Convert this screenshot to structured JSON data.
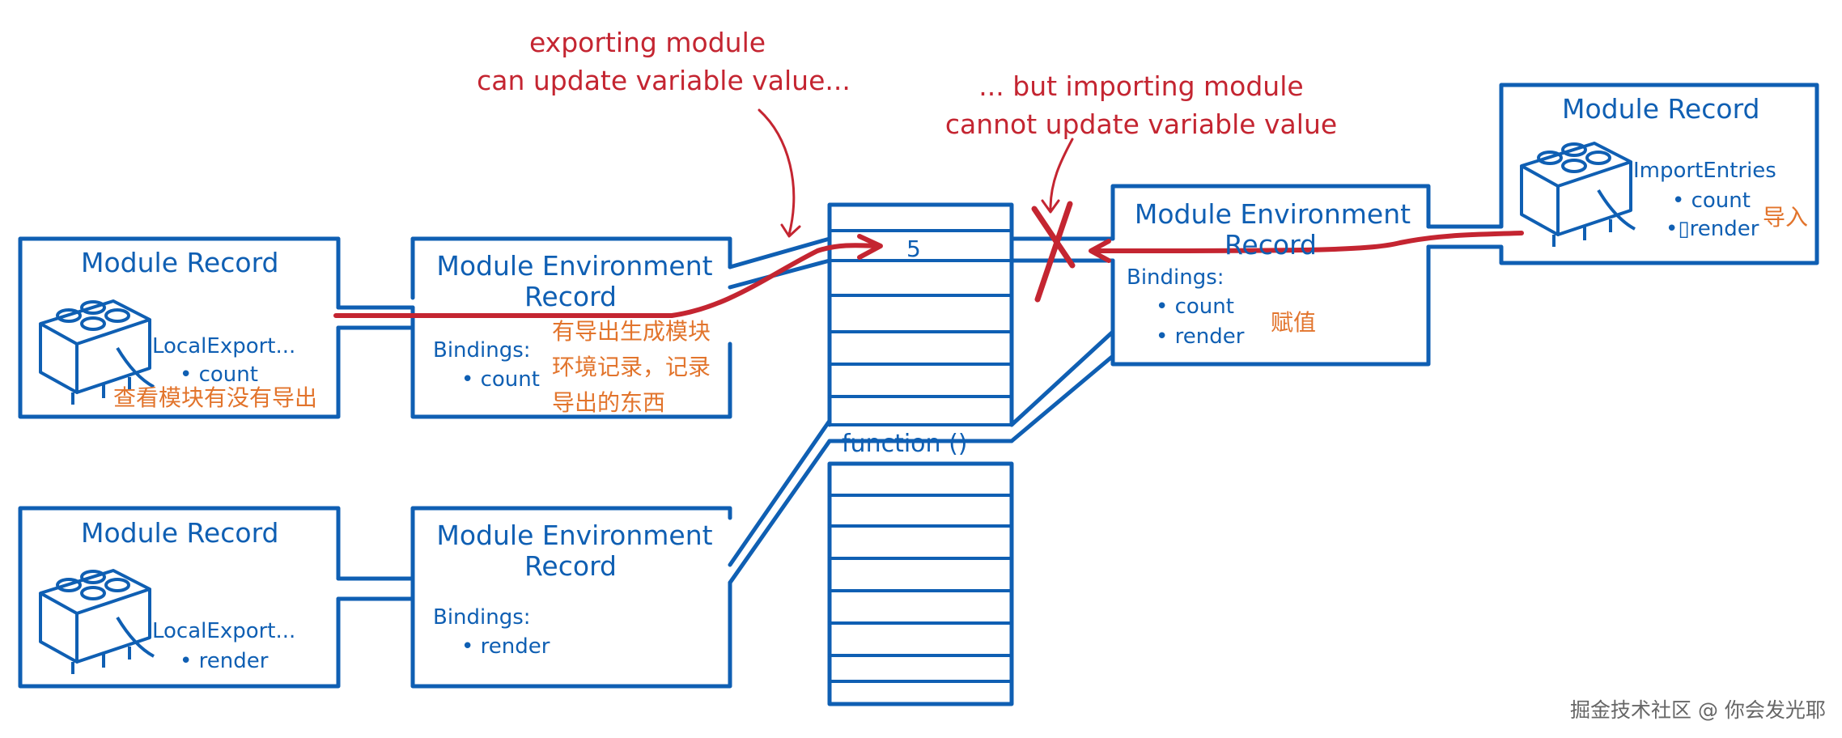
{
  "colors": {
    "blue": "#0f5fb3",
    "red": "#c42531",
    "orange": "#e2742c",
    "watermark": "#666666"
  },
  "annotations": {
    "exporting_line1": "exporting module",
    "exporting_line2": "can update variable value...",
    "importing_line1": "... but importing module",
    "importing_line2": "cannot update variable value"
  },
  "record_top_left": {
    "title": "Module Record",
    "label": "LocalExport...",
    "items": [
      "• count"
    ],
    "note": "查看模块有没有导出"
  },
  "env_top_left": {
    "title_line1": "Module Environment",
    "title_line2": "Record",
    "bindings_label": "Bindings:",
    "items": [
      "• count"
    ],
    "note_lines": [
      "有导出生成模块",
      "环境记录，记录",
      "导出的东西"
    ]
  },
  "record_bottom_left": {
    "title": "Module Record",
    "label": "LocalExport...",
    "items": [
      "• render"
    ]
  },
  "env_bottom_left": {
    "title_line1": "Module Environment",
    "title_line2": "Record",
    "bindings_label": "Bindings:",
    "items": [
      "• render"
    ]
  },
  "memory": {
    "value_cell": "5",
    "function_cell": "function ()"
  },
  "env_right": {
    "title_line1": "Module Environment",
    "title_line2": "Record",
    "bindings_label": "Bindings:",
    "items": [
      "• count",
      "• render"
    ],
    "note": "赋值"
  },
  "record_right": {
    "title": "Module Record",
    "label": "ImportEntries",
    "items": [
      "• count",
      "•▯render"
    ],
    "note": "导入"
  },
  "watermark": "掘金技术社区 @ 你会发光耶",
  "icons": [
    "lego-brick-icon",
    "cross-out-icon",
    "arrow-icon"
  ]
}
